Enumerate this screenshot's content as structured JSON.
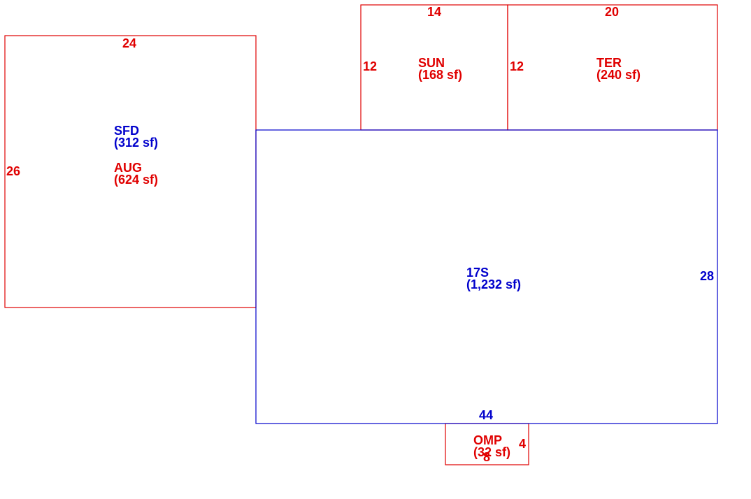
{
  "colors": {
    "primary_area": "#0000cc",
    "addition_area": "#e00000"
  },
  "areas": {
    "sfd": {
      "code": "SFD",
      "area": "(312 sf)"
    },
    "aug": {
      "code": "AUG",
      "area": "(624 sf)",
      "top_dim": "24",
      "side_dim": "26"
    },
    "sun": {
      "code": "SUN",
      "area": "(168 sf)",
      "top_dim": "14",
      "side_dim": "12"
    },
    "ter": {
      "code": "TER",
      "area": "(240 sf)",
      "top_dim": "20",
      "side_dim": "12"
    },
    "main": {
      "code": "17S",
      "area": "(1,232 sf)",
      "bottom_dim": "44",
      "side_dim": "28"
    },
    "omp": {
      "code": "OMP",
      "area": "(32 sf)",
      "side_dim": "4",
      "bottom_dim": "8"
    }
  }
}
